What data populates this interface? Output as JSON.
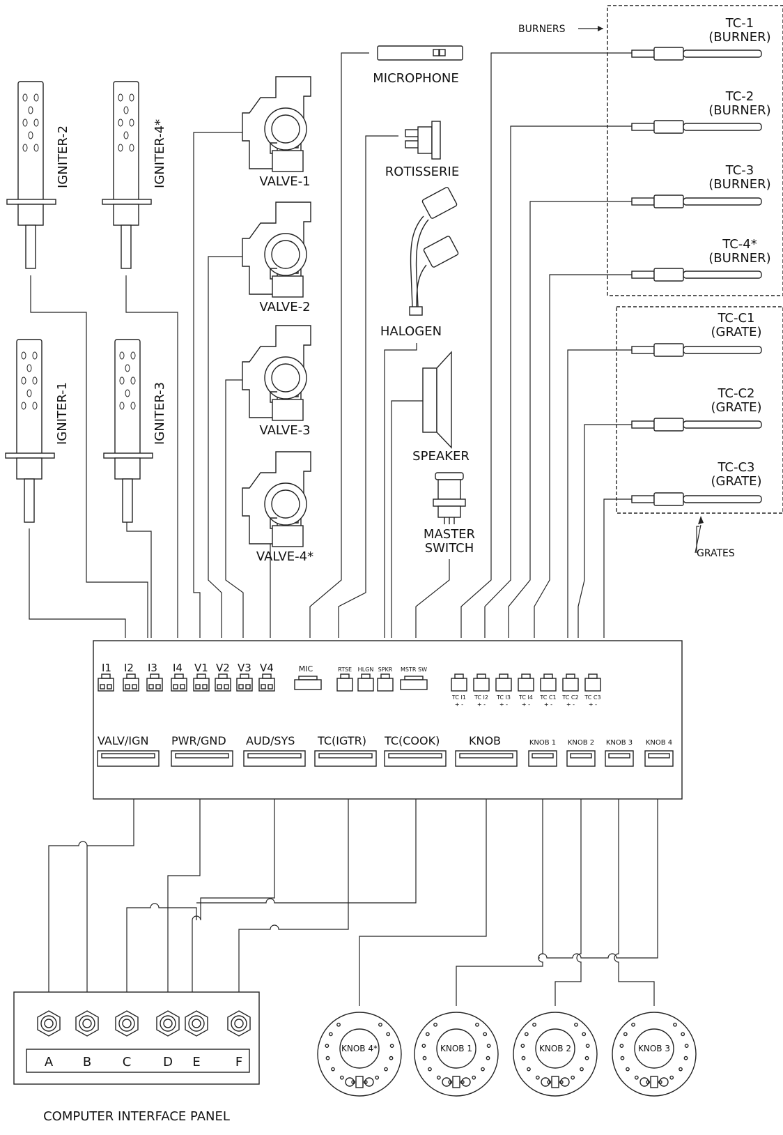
{
  "labels": {
    "microphone": "MICROPHONE",
    "rotisserie": "ROTISSERIE",
    "halogen": "HALOGEN",
    "speaker": "SPEAKER",
    "master_switch_1": "MASTER",
    "master_switch_2": "SWITCH",
    "burners": "BURNERS",
    "grates": "GRATES",
    "computer_interface_panel": "COMPUTER INTERFACE PANEL"
  },
  "igniters": [
    "IGNITER-1",
    "IGNITER-2",
    "IGNITER-3",
    "IGNITER-4*"
  ],
  "valves": [
    "VALVE-1",
    "VALVE-2",
    "VALVE-3",
    "VALVE-4*"
  ],
  "thermocouples": [
    {
      "name": "TC-1",
      "sub": "(BURNER)"
    },
    {
      "name": "TC-2",
      "sub": "(BURNER)"
    },
    {
      "name": "TC-3",
      "sub": "(BURNER)"
    },
    {
      "name": "TC-4*",
      "sub": "(BURNER)"
    },
    {
      "name": "TC-C1",
      "sub": "(GRATE)"
    },
    {
      "name": "TC-C2",
      "sub": "(GRATE)"
    },
    {
      "name": "TC-C3",
      "sub": "(GRATE)"
    }
  ],
  "board": {
    "top_connectors": [
      "I1",
      "I2",
      "I3",
      "I4",
      "V1",
      "V2",
      "V3",
      "V4"
    ],
    "mid_connectors": [
      "MIC",
      "RTSE",
      "HLGN",
      "SPKR",
      "MSTR SW"
    ],
    "tc_connectors": [
      "TC I1",
      "TC I2",
      "TC I3",
      "TC I4",
      "TC C1",
      "TC C2",
      "TC C3"
    ],
    "polarity": "+ -",
    "bottom_connectors": [
      "VALV/IGN",
      "PWR/GND",
      "AUD/SYS",
      "TC(IGTR)",
      "TC(COOK)",
      "KNOB"
    ],
    "knob_connectors": [
      "KNOB 1",
      "KNOB 2",
      "KNOB 3",
      "KNOB 4"
    ]
  },
  "panel_ports": [
    "A",
    "B",
    "C",
    "D",
    "E",
    "F"
  ],
  "knobs": [
    "KNOB 4*",
    "KNOB 1",
    "KNOB 2",
    "KNOB 3"
  ]
}
